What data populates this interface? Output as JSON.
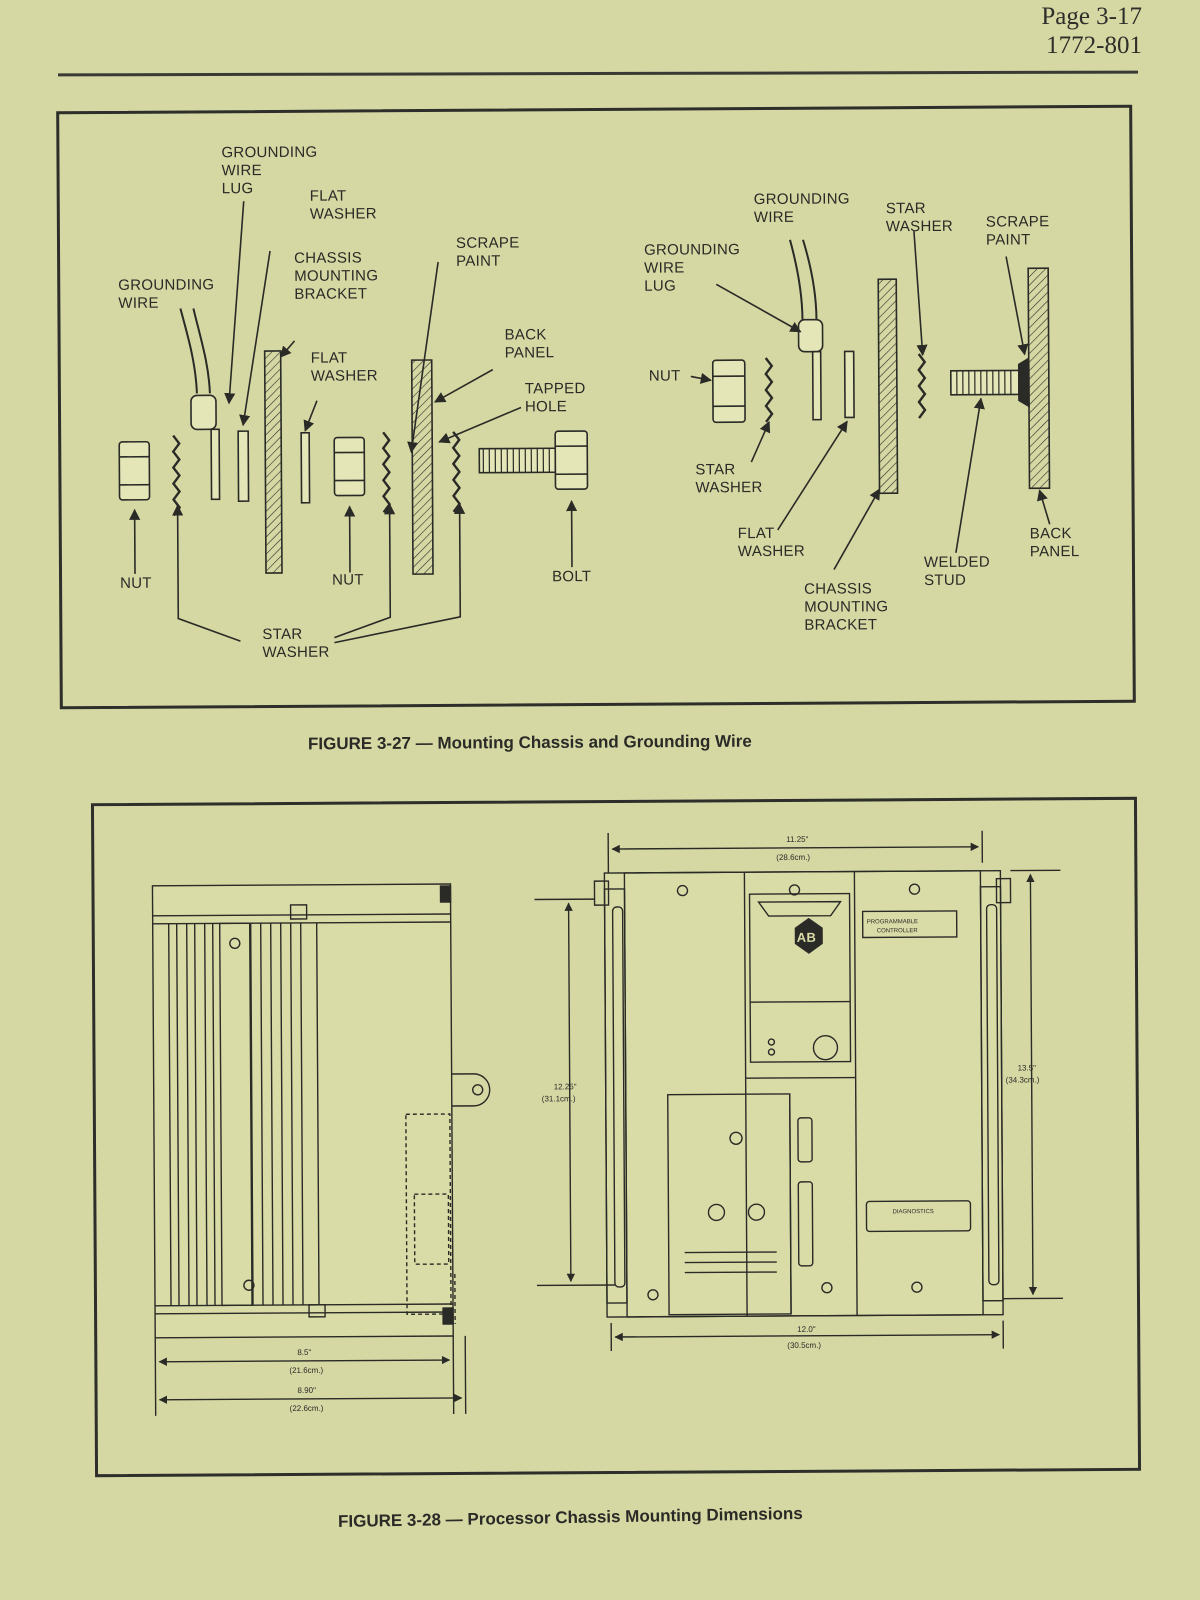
{
  "header": {
    "page": "Page 3-17",
    "doc": "1772-801"
  },
  "figure1": {
    "caption": "FIGURE 3-27 — Mounting Chassis and Grounding Wire",
    "left": {
      "grounding_wire_lug": [
        "GROUNDING",
        "WIRE",
        "LUG"
      ],
      "flat_washer_top": [
        "FLAT",
        "WASHER"
      ],
      "chassis_mounting_bracket": [
        "CHASSIS",
        "MOUNTING",
        "BRACKET"
      ],
      "scrape_paint": [
        "SCRAPE",
        "PAINT"
      ],
      "grounding_wire": [
        "GROUNDING",
        "WIRE"
      ],
      "flat_washer_mid": [
        "FLAT",
        "WASHER"
      ],
      "back_panel": [
        "BACK",
        "PANEL"
      ],
      "tapped_hole": [
        "TAPPED",
        "HOLE"
      ],
      "nut_a": "NUT",
      "nut_b": "NUT",
      "bolt": "BOLT",
      "star_washer": [
        "STAR",
        "WASHER"
      ]
    },
    "right": {
      "grounding_wire": [
        "GROUNDING",
        "WIRE"
      ],
      "star_washer_top": [
        "STAR",
        "WASHER"
      ],
      "scrape_paint": [
        "SCRAPE",
        "PAINT"
      ],
      "grounding_wire_lug": [
        "GROUNDING",
        "WIRE",
        "LUG"
      ],
      "nut": "NUT",
      "star_washer_bottom": [
        "STAR",
        "WASHER"
      ],
      "flat_washer": [
        "FLAT",
        "WASHER"
      ],
      "welded_stud": [
        "WELDED",
        "STUD"
      ],
      "back_panel": [
        "BACK",
        "PANEL"
      ],
      "chassis_mounting_bracket": [
        "CHASSIS",
        "MOUNTING",
        "BRACKET"
      ]
    }
  },
  "figure2": {
    "caption": "FIGURE 3-28 — Processor Chassis Mounting Dimensions",
    "dim_top": [
      "11.25\"",
      "(28.6cm.)"
    ],
    "dim_bottom": [
      "12.0\"",
      "(30.5cm.)"
    ],
    "dim_left": [
      "12.25\"",
      "(31.1cm.)"
    ],
    "dim_right": [
      "13.5\"",
      "(34.3cm.)"
    ],
    "dim_side_a": [
      "8.5\"",
      "(21.6cm.)"
    ],
    "dim_side_b": [
      "8.90\"",
      "(22.6cm.)"
    ],
    "logo": "AB",
    "panel_label": [
      "PROGRAMMABLE",
      "CONTROLLER"
    ],
    "diagnostics_label": "DIAGNOSTICS"
  }
}
